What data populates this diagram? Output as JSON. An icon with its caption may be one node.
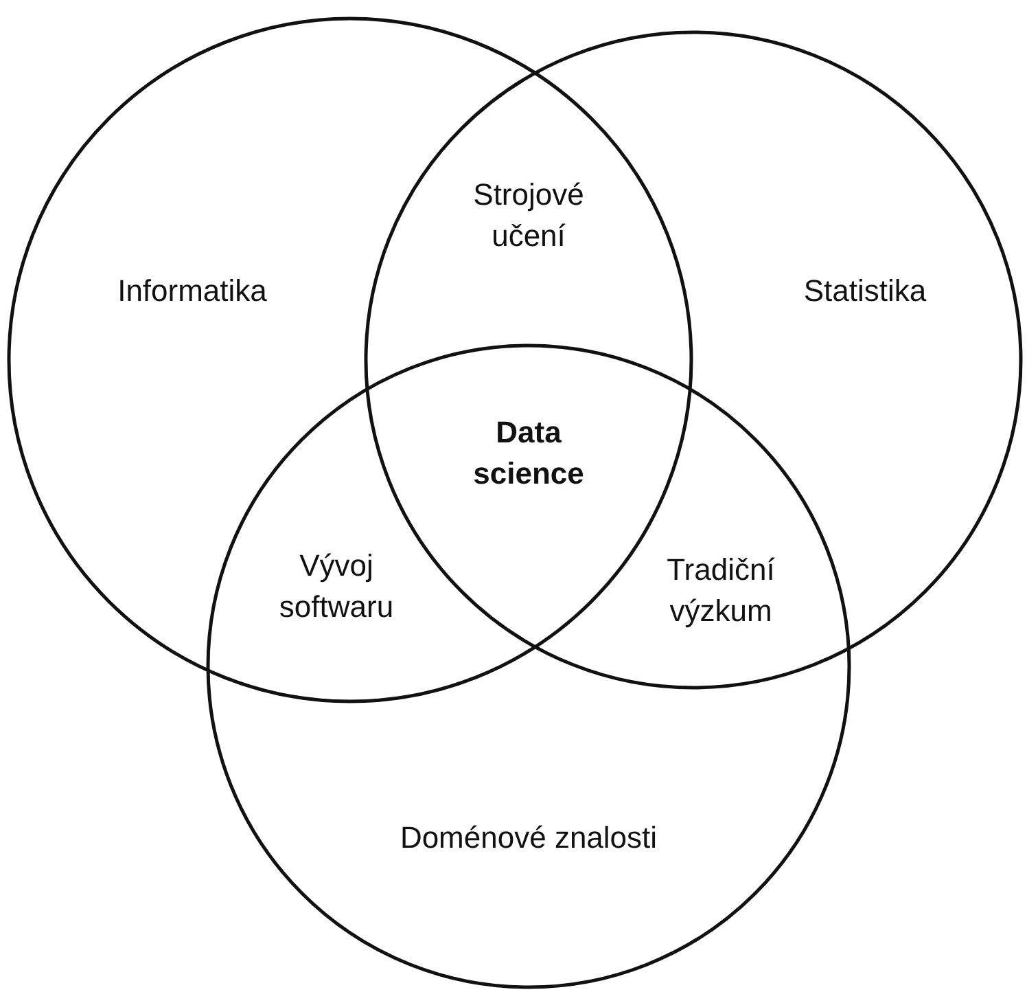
{
  "diagram": {
    "nodes": [
      {
        "text": [
          "Informatika"
        ]
      },
      {
        "text": [
          "Statistika"
        ]
      },
      {
        "text": [
          "Doménové znalosti"
        ]
      }
    ],
    "edges": [],
    "labels": [
      "Strojové učení",
      "Data science",
      "Vývoj softwaru",
      "Tradiční výzkum"
    ]
  }
}
